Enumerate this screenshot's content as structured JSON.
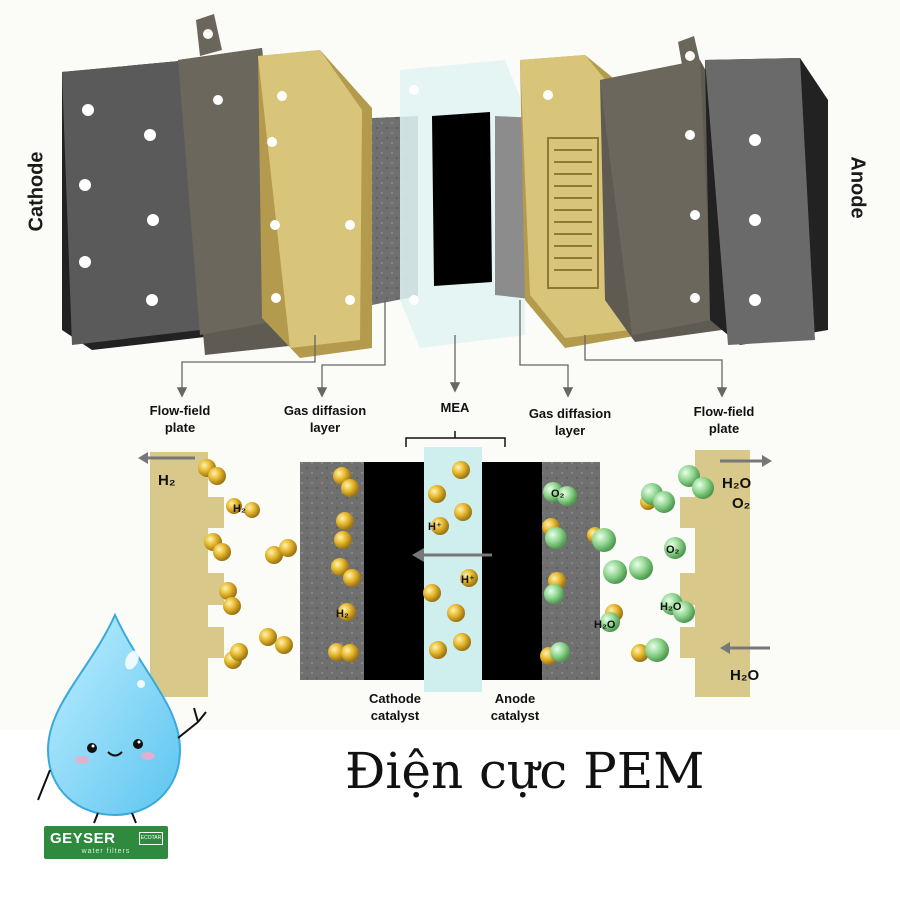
{
  "diagram": {
    "side_labels": {
      "cathode": "Cathode",
      "anode": "Anode"
    },
    "captions": {
      "flow_field_left": [
        "Flow-field",
        "plate"
      ],
      "gdl_left": [
        "Gas diffasion",
        "layer"
      ],
      "mea": "MEA",
      "gdl_right": [
        "Gas diffasion",
        "layer"
      ],
      "flow_field_right": [
        "Flow-field",
        "plate"
      ],
      "cathode_catalyst": [
        "Cathode",
        "catalyst"
      ],
      "anode_catalyst": [
        "Anode",
        "catalyst"
      ]
    },
    "molecules": {
      "h2": "H₂",
      "h_plus": "H⁺",
      "o2": "O₂",
      "h2o": "H₂O"
    },
    "flow_labels": {
      "left_out": "H₂",
      "right_out_1": "H₂O",
      "right_out_2": "O₂",
      "right_in": "H₂O"
    },
    "colors": {
      "plate_dark": "#4d4d4d",
      "plate_brown": "#5f5b52",
      "plate_gold": "#d8c57a",
      "gdl_gray": "#6e6e6e",
      "membrane": "#000000",
      "proton_zone": "#cfeeee",
      "hydrogen_ball": "#e6b82e",
      "oxygen_ball": "#8fd48f"
    }
  },
  "title": "Điện cực PEM",
  "logo": {
    "brand": "GEYSER",
    "badge": "ECOTAR",
    "tagline": "water filters"
  }
}
